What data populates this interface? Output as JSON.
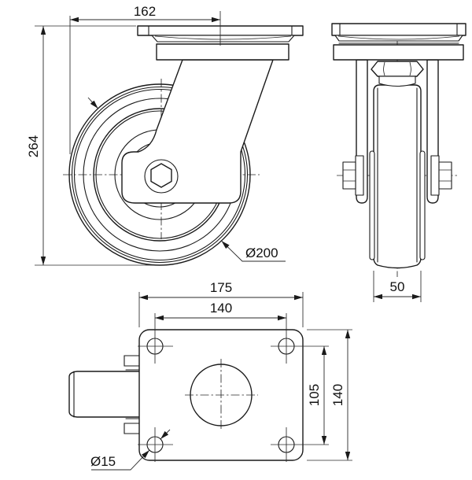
{
  "drawing": {
    "kind": "engineering orthographic drawing",
    "subject": "swivel plate caster with wheel",
    "views": [
      "front-view",
      "side-view",
      "plan-view"
    ],
    "line_color": "#1a1a1a",
    "background_color": "#ffffff"
  },
  "dims": {
    "swivel_offset_width": "162",
    "overall_height": "264",
    "wheel_diameter": "Ø200",
    "wheel_width": "50",
    "plate_length": "175",
    "bolt_pitch_horizontal": "140",
    "bolt_pitch_vertical": "105",
    "plate_width": "140",
    "bolt_hole_diameter": "Ø15"
  }
}
